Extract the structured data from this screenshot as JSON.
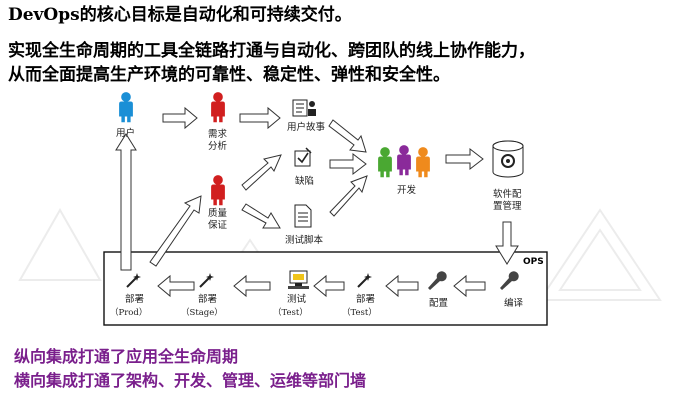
{
  "header": {
    "title": "DevOps的核心目标是自动化和可持续交付。",
    "line1": "实现全生命周期的工具全链路打通与自动化、跨团队的线上协作能力，",
    "line2": "从而全面提高生产环境的可靠性、稳定性、弹性和安全性。"
  },
  "diagram": {
    "user": "用户",
    "req_line1": "需求",
    "req_line2": "分析",
    "story": "用户故事",
    "defect": "缺陷",
    "qa_line1": "质量",
    "qa_line2": "保证",
    "test_script": "测试脚本",
    "dev": "开发",
    "scm_line1": "软件配",
    "scm_line2": "置管理",
    "ops_label": "OPS",
    "pipeline": [
      {
        "label": "部署",
        "sub": "（Prod）"
      },
      {
        "label": "部署",
        "sub": "（Stage）"
      },
      {
        "label": "测试",
        "sub": "（Test）"
      },
      {
        "label": "部署",
        "sub": "（Test）"
      },
      {
        "label": "配置",
        "sub": ""
      },
      {
        "label": "编译",
        "sub": ""
      }
    ]
  },
  "footer": {
    "line1": "纵向集成打通了应用全生命周期",
    "line2": "横向集成打通了架构、开发、管理、运维等部门墙"
  },
  "colors": {
    "person_blue": "#1a8fd6",
    "person_red": "#d11f1f",
    "person_green": "#4aa832",
    "person_purple": "#8a2a9a",
    "person_orange": "#ef8a1c",
    "footer_text": "#7a1f8c"
  }
}
